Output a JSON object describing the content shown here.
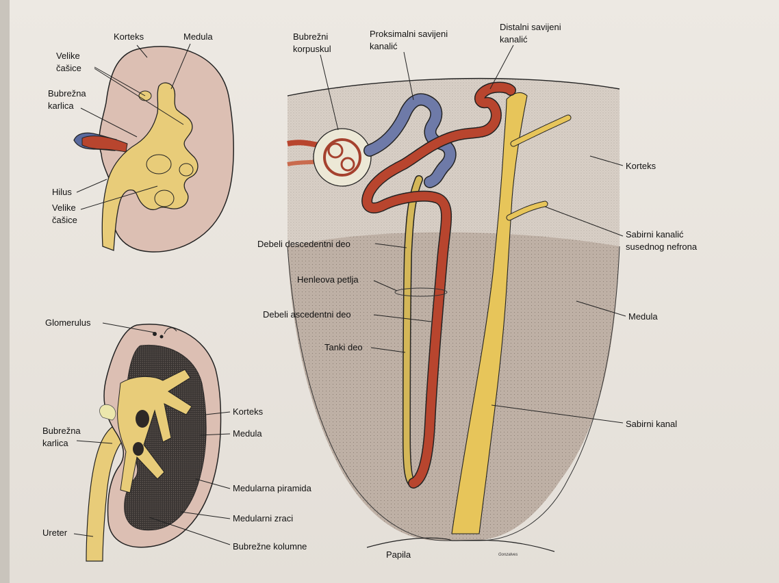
{
  "top_kidney": {
    "korteks": "Korteks",
    "medula": "Medula",
    "velike_casice_1": [
      "Velike",
      "čašice"
    ],
    "bubrezna_karlica": [
      "Bubrežna",
      "karlica"
    ],
    "hilus": "Hilus",
    "velike_casice_2": [
      "Velike",
      "čašice"
    ]
  },
  "bottom_kidney": {
    "glomerulus": "Glomerulus",
    "korteks": "Korteks",
    "medula": "Medula",
    "bubrezna_karlica": [
      "Bubrežna",
      "karlica"
    ],
    "medularna_piramida": "Medularna piramida",
    "medularni_zraci": "Medularni zraci",
    "ureter": "Ureter",
    "bubrezne_kolumne": "Bubrežne kolumne"
  },
  "nephron": {
    "bubrezni_korpuskul": [
      "Bubrežni",
      "korpuskul"
    ],
    "proksimalni": [
      "Proksimalni savijeni",
      "kanalić"
    ],
    "distalni": [
      "Distalni savijeni",
      "kanalić"
    ],
    "korteks": "Korteks",
    "sabirni_kanalic": [
      "Sabirni kanalić",
      "susednog nefrona"
    ],
    "debeli_descendentni": "Debeli descedentni deo",
    "henleova_petlja": "Henleova petlja",
    "debeli_ascendentni": "Debeli ascedentni deo",
    "tanki_deo": "Tanki deo",
    "medula": "Medula",
    "sabirni_kanal": "Sabirni kanal",
    "papila": "Papila",
    "signature": "Gonzalves"
  },
  "colors": {
    "kidney_pink": "#dcbfb3",
    "pelvis_yellow": "#e8cc79",
    "artery_red": "#b8452e",
    "vein_blue": "#6e7aa8",
    "medulla_gray": "#b9ada3"
  }
}
